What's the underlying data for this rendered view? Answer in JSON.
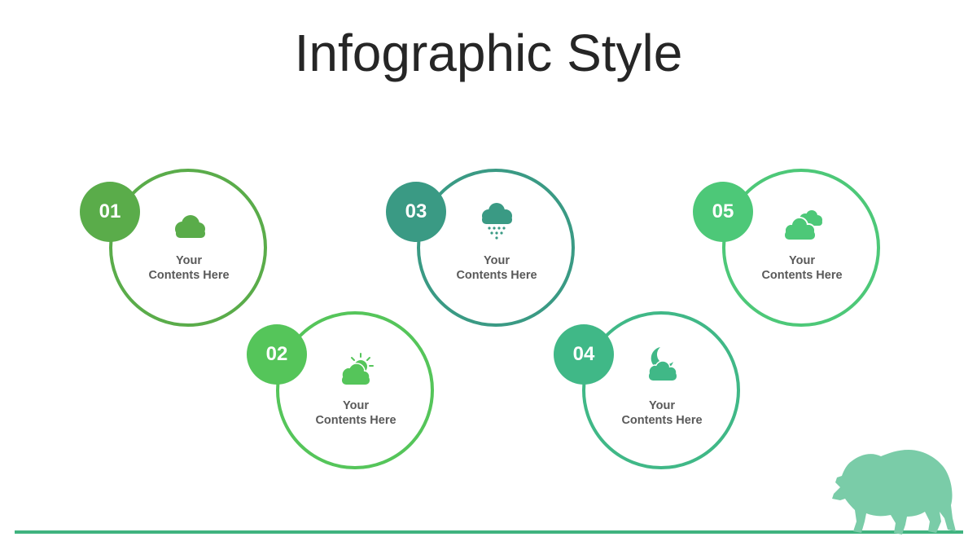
{
  "title": "Infographic Style",
  "items": [
    {
      "number": "01",
      "line1": "Your",
      "line2": "Contents  Here",
      "color": "#5aac4a",
      "icon": "cloud-icon"
    },
    {
      "number": "02",
      "line1": "Your",
      "line2": "Contents  Here",
      "color": "#55c55a",
      "icon": "partly-sunny-icon"
    },
    {
      "number": "03",
      "line1": "Your",
      "line2": "Contents  Here",
      "color": "#3a9a84",
      "icon": "rain-cloud-icon"
    },
    {
      "number": "04",
      "line1": "Your",
      "line2": "Contents  Here",
      "color": "#40b887",
      "icon": "night-cloud-icon"
    },
    {
      "number": "05",
      "line1": "Your",
      "line2": "Contents  Here",
      "color": "#4dc878",
      "icon": "double-cloud-icon"
    }
  ],
  "colors": {
    "ground": "#3fb37f",
    "bear": "#7acca8"
  }
}
